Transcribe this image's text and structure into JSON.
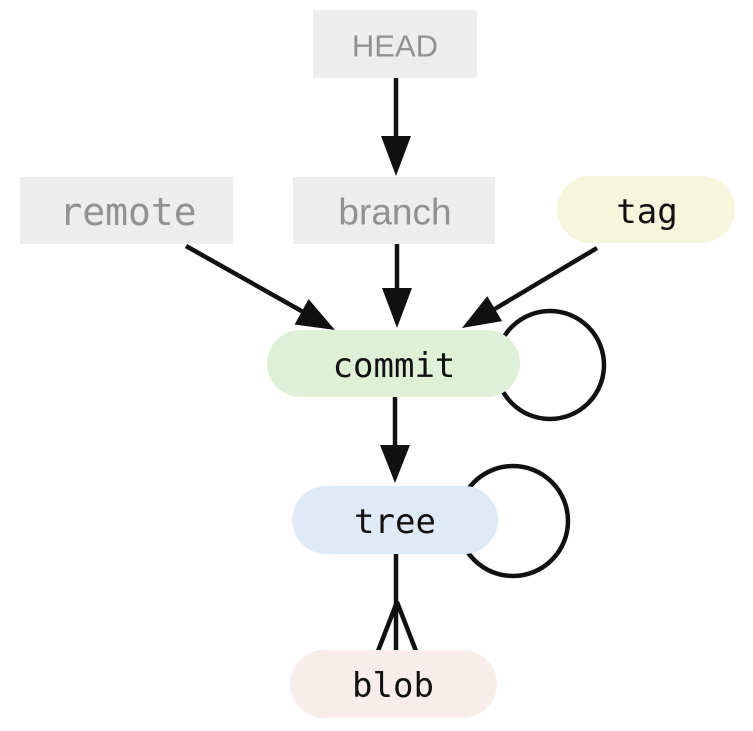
{
  "diagram": {
    "background": "#ffffff",
    "line_color": "#111111",
    "nodes": {
      "head": {
        "label": "HEAD",
        "shape": "rectangle",
        "fill": "#ededed",
        "text_color": "#919191"
      },
      "remote": {
        "label": "remote",
        "shape": "rectangle",
        "fill": "#ededed",
        "text_color": "#919191"
      },
      "branch": {
        "label": "branch",
        "shape": "rectangle",
        "fill": "#ededed",
        "text_color": "#919191"
      },
      "tag": {
        "label": "tag",
        "shape": "pill",
        "fill": "#f6f6dd",
        "text_color": "#111111"
      },
      "commit": {
        "label": "commit",
        "shape": "pill",
        "fill": "#def0d6",
        "text_color": "#111111"
      },
      "tree": {
        "label": "tree",
        "shape": "pill",
        "fill": "#e0eaf6",
        "text_color": "#111111"
      },
      "blob": {
        "label": "blob",
        "shape": "pill",
        "fill": "#f9edec",
        "text_color": "#111111"
      }
    },
    "edges": [
      {
        "from": "HEAD",
        "to": "branch",
        "type": "arrow"
      },
      {
        "from": "remote",
        "to": "commit",
        "type": "arrow"
      },
      {
        "from": "branch",
        "to": "commit",
        "type": "arrow"
      },
      {
        "from": "tag",
        "to": "commit",
        "type": "arrow"
      },
      {
        "from": "commit",
        "to": "commit",
        "type": "self-loop"
      },
      {
        "from": "commit",
        "to": "tree",
        "type": "arrow"
      },
      {
        "from": "tree",
        "to": "tree",
        "type": "self-loop"
      },
      {
        "from": "tree",
        "to": "blob",
        "type": "crow-foot"
      }
    ]
  }
}
